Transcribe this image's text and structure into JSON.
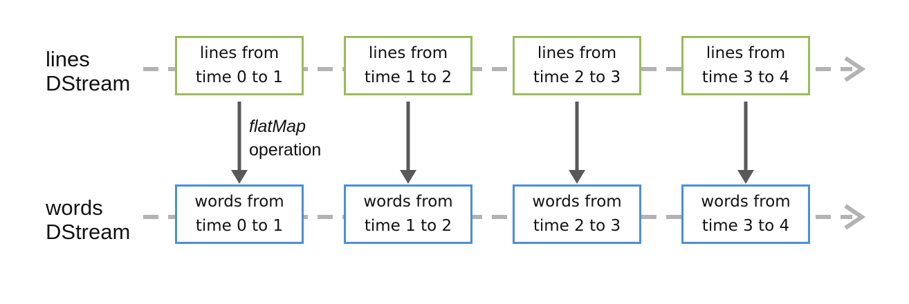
{
  "rows": {
    "lines": {
      "label_line1": "lines",
      "label_line2": "DStream"
    },
    "words": {
      "label_line1": "words",
      "label_line2": "DStream"
    }
  },
  "lines_boxes": [
    {
      "line1": "lines from",
      "line2": "time 0 to 1"
    },
    {
      "line1": "lines from",
      "line2": "time 1 to 2"
    },
    {
      "line1": "lines from",
      "line2": "time 2 to 3"
    },
    {
      "line1": "lines from",
      "line2": "time 3 to 4"
    }
  ],
  "words_boxes": [
    {
      "line1": "words from",
      "line2": "time 0 to 1"
    },
    {
      "line1": "words from",
      "line2": "time 1 to 2"
    },
    {
      "line1": "words from",
      "line2": "time 2 to 3"
    },
    {
      "line1": "words from",
      "line2": "time 3 to 4"
    }
  ],
  "operation": {
    "name": "flatMap",
    "suffix": "operation"
  },
  "colors": {
    "lines_border": "#9bbb59",
    "words_border": "#4a8fd6",
    "timeline": "#b3b3b3",
    "transform_arrow": "#595959"
  }
}
